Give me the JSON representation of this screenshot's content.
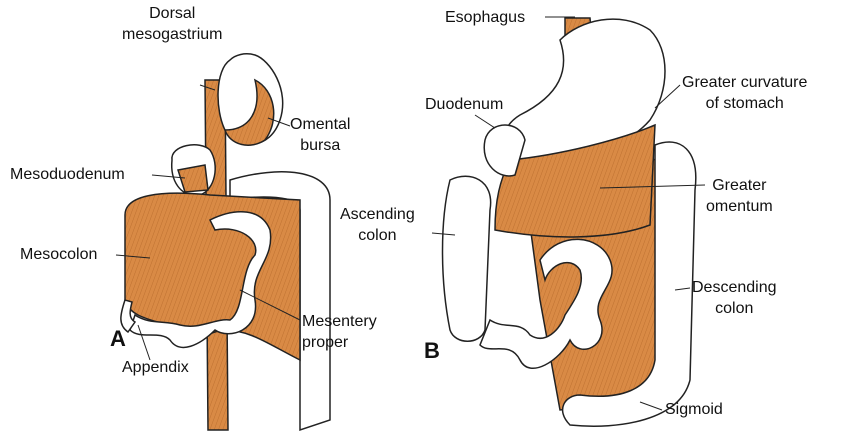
{
  "colors": {
    "mesentery": "#d98a45",
    "intestine": "#ffffff",
    "outline": "#222222"
  },
  "panel_a": {
    "letter": "A",
    "labels": {
      "dorsal_mesogastrium": [
        "Dorsal",
        "mesogastrium"
      ],
      "omental_bursa": [
        "Omental",
        "bursa"
      ],
      "mesoduodenum": "Mesoduodenum",
      "mesocolon": "Mesocolon",
      "appendix": "Appendix",
      "mesentery_proper": [
        "Mesentery",
        "proper"
      ]
    }
  },
  "panel_b": {
    "letter": "B",
    "labels": {
      "esophagus": "Esophagus",
      "greater_curvature": [
        "Greater curvature",
        "of stomach"
      ],
      "duodenum": "Duodenum",
      "ascending_colon": [
        "Ascending",
        "colon"
      ],
      "greater_omentum": [
        "Greater",
        "omentum"
      ],
      "descending_colon": [
        "Descending",
        "colon"
      ],
      "sigmoid": "Sigmoid"
    }
  }
}
